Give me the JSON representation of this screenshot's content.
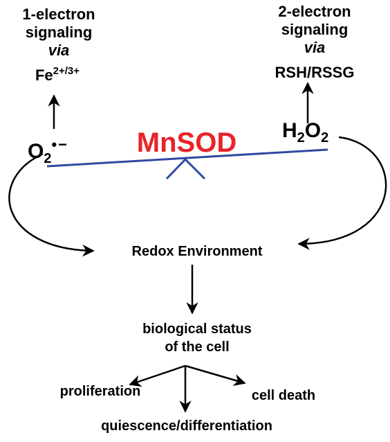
{
  "left_pathway": {
    "line1": "1-electron",
    "line2": "signaling",
    "line3": "via",
    "ion_base": "Fe",
    "ion_charge": "2+/3+"
  },
  "right_pathway": {
    "line1": "2-electron",
    "line2": "signaling",
    "line3": "via",
    "couple": "RSH/RSSG"
  },
  "superoxide": {
    "base": "O",
    "sub": "2",
    "sup": "•−"
  },
  "peroxide": {
    "h": "H",
    "h_sub": "2",
    "o": "O",
    "o_sub": "2"
  },
  "enzyme": {
    "label": "MnSOD",
    "color": "#e8232a"
  },
  "balance_color": "#2f4aa0",
  "center_flow": {
    "environment": "Redox Environment",
    "status_line1": "biological status",
    "status_line2": "of the cell"
  },
  "outcomes": {
    "left": "proliferation",
    "right": "cell death",
    "bottom": "quiescence/differentiation"
  }
}
